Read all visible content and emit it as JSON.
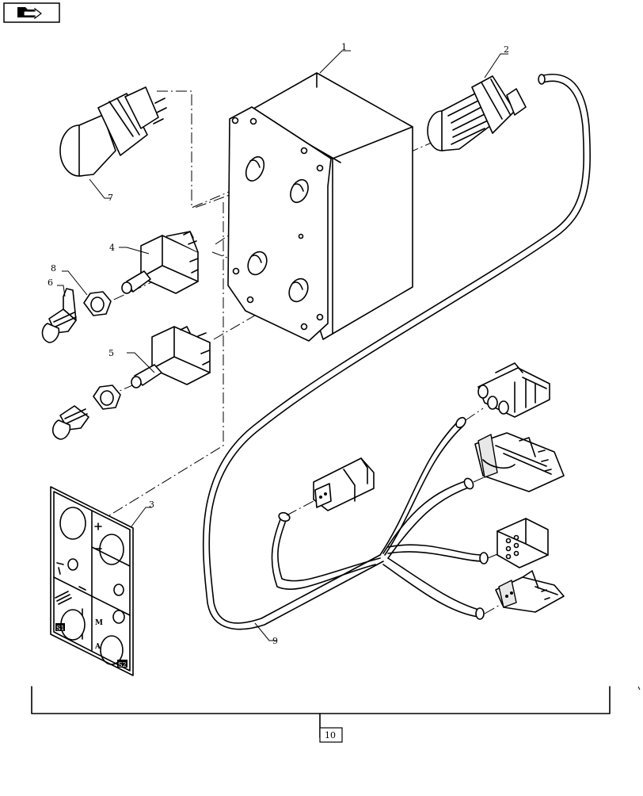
{
  "nav_icon": "arrow-into-folder-icon",
  "labels": {
    "housing": "1",
    "cable_gland": "2",
    "decal_panel": "3",
    "toggle_switch_upper": "4",
    "toggle_switch_lower": "5",
    "boot_cover": "6",
    "push_button": "7",
    "nut": "8",
    "wire_harness": "9",
    "assembly": "10"
  },
  "decal": {
    "s1": "S1",
    "s2": "S2",
    "mode_m": "M",
    "mode_a": "A"
  }
}
